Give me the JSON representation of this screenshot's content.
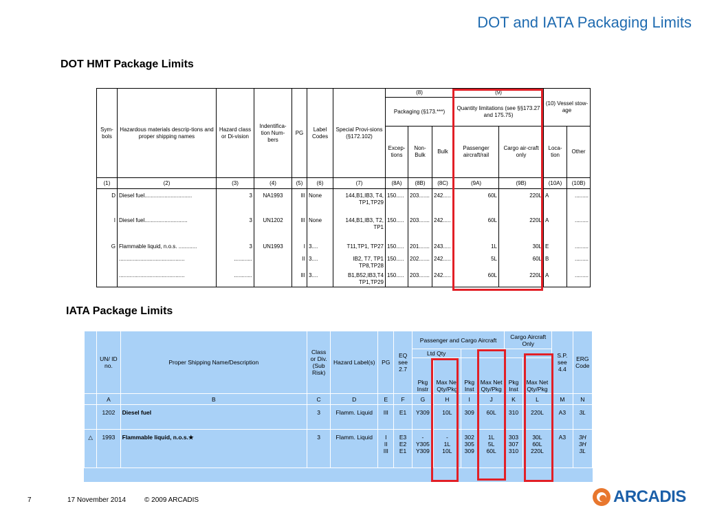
{
  "slide": {
    "title": "DOT and IATA Packaging Limits",
    "dot_heading": "DOT HMT Package Limits",
    "iata_heading": "IATA  Package Limits"
  },
  "dot_table": {
    "group_headers": {
      "col8": "(8)",
      "col9": "(9)",
      "col10": "(10) Vessel stow-age",
      "packaging": "Packaging (§173.***)",
      "quantity": "Quantity limitations (see §§173.27 and 175.75)"
    },
    "headers": [
      "Sym-bols",
      "Hazardous materials descrip-tions and proper shipping names",
      "Hazard class or Di-vision",
      "Indentifica-tion Num-bers",
      "PG",
      "Label Codes",
      "Special Provi-sions (§172.102)",
      "Excep-tions",
      "Non-Bulk",
      "Bulk",
      "Passenger aircraft/rail",
      "Cargo air-craft only",
      "Loca-tion",
      "Other"
    ],
    "col_numbers": [
      "(1)",
      "(2)",
      "(3)",
      "(4)",
      "(5)",
      "(6)",
      "(7)",
      "(8A)",
      "(8B)",
      "(8C)",
      "(9A)",
      "(9B)",
      "(10A)",
      "(10B)"
    ],
    "rows": [
      [
        "D",
        "Diesel fuel...............................",
        "3",
        "NA1993",
        "III",
        "None",
        "144,B1,IB3, T4, TP1,TP29",
        "150.....",
        "203.......",
        "242.....",
        "60L",
        "220L",
        "A",
        "........."
      ],
      [
        "I",
        "Diesel fuel............................",
        "3",
        "UN1202",
        "III",
        "None",
        "144,B1,IB3, T2, TP1",
        "150.....",
        "203.......",
        "242.....",
        "60L",
        "220L",
        "A",
        "........."
      ],
      [
        "G",
        "Flammable liquid, n.o.s. ............",
        "3",
        "UN1993",
        "I",
        "3....",
        "T11,TP1, TP27",
        "150.....",
        "201.......",
        "243.....",
        "1L",
        "30L",
        "E",
        "........."
      ],
      [
        "",
        "...........................................",
        "............",
        "",
        "II",
        "3....",
        "IB2, T7, TP1 TP8,TP28",
        "150.....",
        "202.......",
        "242.....",
        "5L",
        "60L",
        "B",
        "........."
      ],
      [
        "",
        "...........................................",
        "............",
        "",
        "III",
        "3....",
        "B1,B52,IB3,T4 TP1,TP29",
        "150.....",
        "203.......",
        "242.....",
        "60L",
        "220L",
        "A",
        "........."
      ]
    ]
  },
  "iata_table": {
    "group_headers": {
      "passenger": "Passenger and Cargo Aircraft",
      "cargo": "Cargo Aircraft Only",
      "ltd_qty": "Ltd Qty"
    },
    "headers": [
      "UN/ ID no.",
      "Proper Shipping Name/Description",
      "Class or Div. (Sub Risk)",
      "Hazard Label(s)",
      "PG",
      "EQ see 2.7",
      "Pkg Instr",
      "Max Net Qty/Pkg",
      "Pkg Inst",
      "Max Net Qty/Pkg",
      "Pkg Inst",
      "Max Net Qty/Pkg",
      "S.P. see 4.4",
      "ERG Code"
    ],
    "letters": [
      "A",
      "B",
      "C",
      "D",
      "E",
      "F",
      "G",
      "H",
      "I",
      "J",
      "K",
      "L",
      "M",
      "N"
    ],
    "row_marker": "△",
    "rows": [
      {
        "un": "1202",
        "name": "Diesel fuel",
        "class": "3",
        "label": "Flamm. Liquid",
        "pg": "III",
        "eq": "E1",
        "pkg_g": "Y309",
        "max_h": "10L",
        "pkg_i": "309",
        "max_j": "60L",
        "pkg_k": "310",
        "max_l": "220L",
        "sp": "A3",
        "erg": "3L"
      },
      {
        "un": "1993",
        "name": "Flammable liquid, n.o.s.★",
        "class": "3",
        "label": "Flamm. Liquid",
        "pg": "I\nII\nIII",
        "eq": "E3\nE2\nE1",
        "pkg_g": "-\nY305\nY309",
        "max_h": "-\n1L\n10L",
        "pkg_i": "302\n305\n309",
        "max_j": "1L\n5L\n60L",
        "pkg_k": "303\n307\n310",
        "max_l": "30L\n60L\n220L",
        "sp": "A3",
        "erg": "3H\n3H\n3L"
      }
    ]
  },
  "footer": {
    "page_number": "7",
    "date": "17 November 2014",
    "copyright": "© 2009 ARCADIS",
    "logo_text": "ARCADIS"
  },
  "colors": {
    "title": "#1f6bb0",
    "highlight_box": "#e21f26",
    "iata_background": "#a9d1f7",
    "logo_text": "#1b5fa8",
    "logo_mark": "#e8772e"
  }
}
